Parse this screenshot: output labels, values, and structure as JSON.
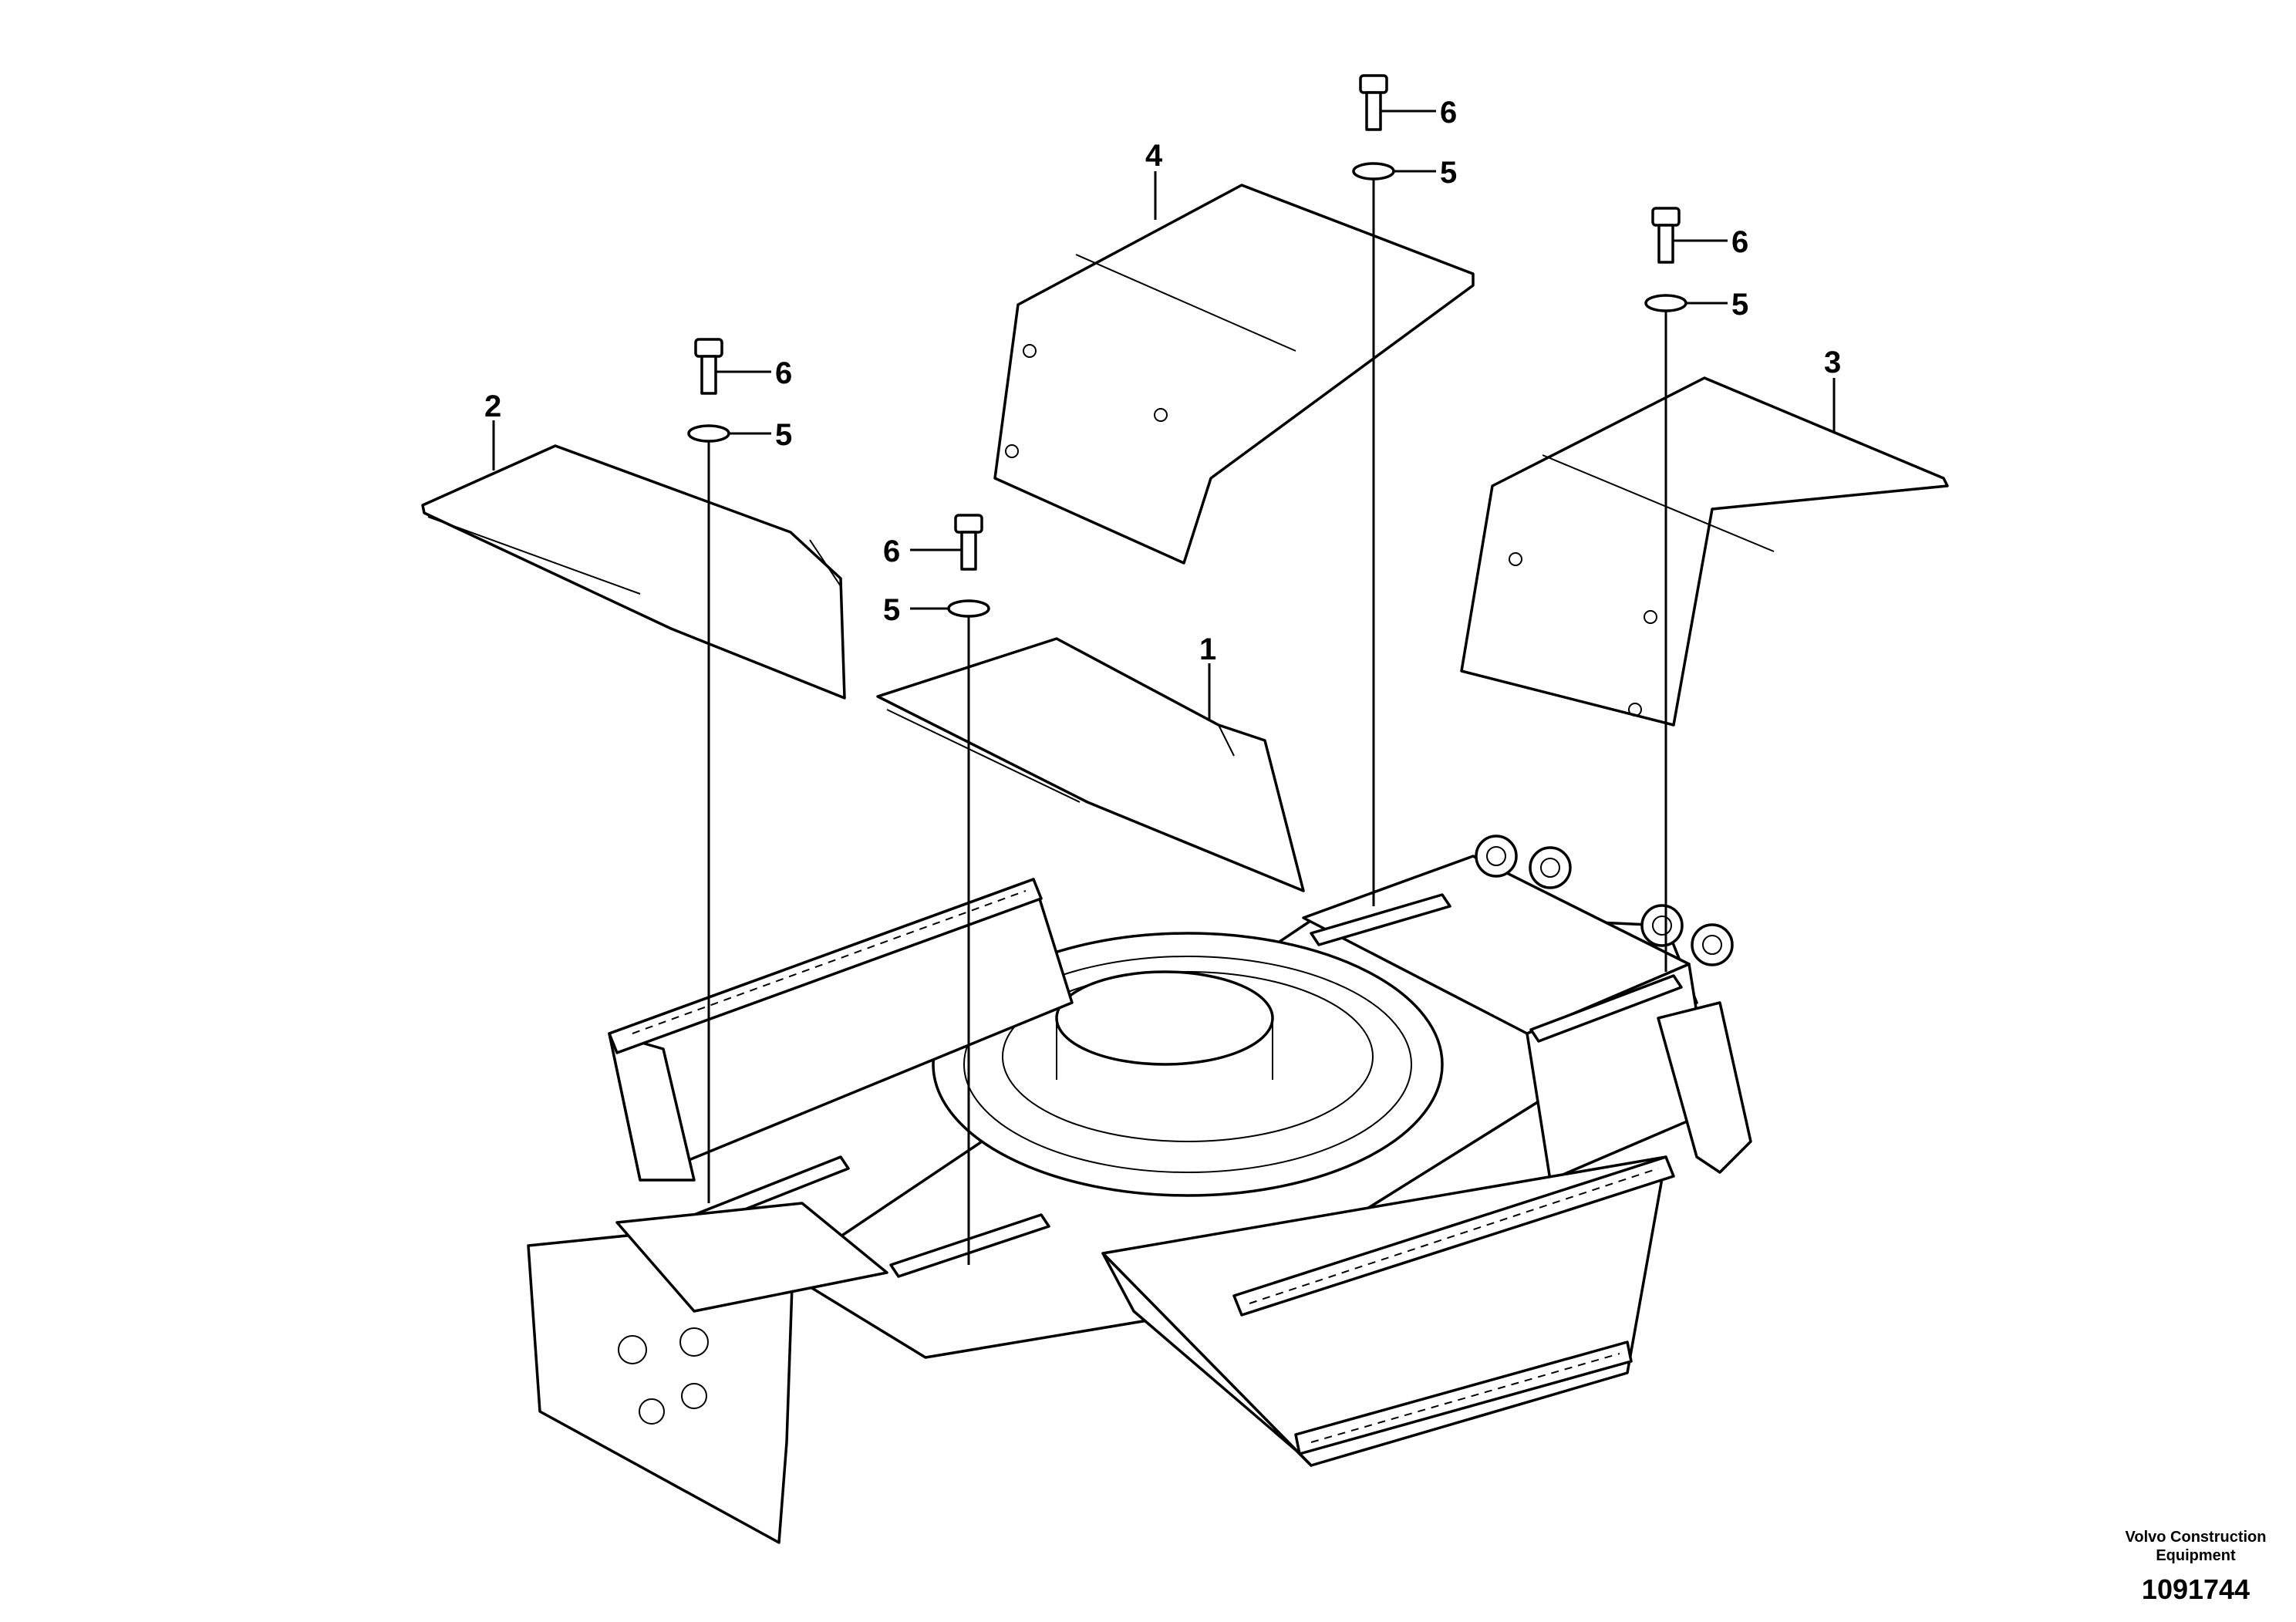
{
  "callouts": {
    "c1": "1",
    "c2": "2",
    "c3": "3",
    "c4": "4",
    "c5a": "5",
    "c5b": "5",
    "c5c": "5",
    "c5d": "5",
    "c6a": "6",
    "c6b": "6",
    "c6c": "6",
    "c6d": "6"
  },
  "credit": {
    "line1": "Volvo Construction",
    "line2": "Equipment",
    "drawing_number": "1091744"
  }
}
